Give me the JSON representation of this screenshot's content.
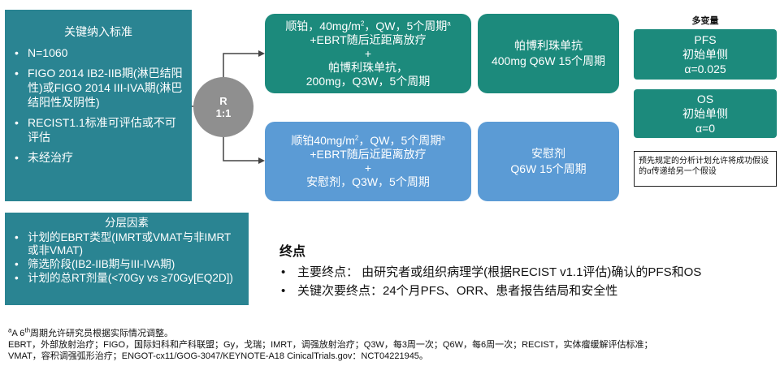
{
  "criteria": {
    "title": "关键纳入标准",
    "items": [
      "N=1060",
      "FIGO 2014 IB2-IIB期(淋巴结阳性)或FIGO 2014 III-IVA期(淋巴结阳性及阴性)",
      "RECIST1.1标准可评估或不可评估",
      "未经治疗"
    ]
  },
  "stratification": {
    "title": "分层因素",
    "items": [
      "计划的EBRT类型(IMRT或VMAT与非IMRT或非VMAT)",
      "筛选阶段(IB2-IIB期与III-IVA期)",
      "计划的总RT剂量(<70Gy vs ≥70Gy[EQ2D])"
    ]
  },
  "randomization": {
    "line1": "R",
    "line2": "1:1"
  },
  "arm1": {
    "line1": "顺铂，40mg/m",
    "line1_sup": "2",
    "line1_tail": "，QW，5个周期",
    "line1_mark": "a",
    "line2": "+EBRT随后近距离放疗",
    "plus": "+",
    "line3": "帕博利珠单抗，",
    "line4": "200mg，Q3W，5个周期"
  },
  "arm1_maintenance": {
    "line1": "帕博利珠单抗",
    "line2": "400mg Q6W 15个周期"
  },
  "arm2": {
    "line1": "顺铂40mg/m",
    "line1_sup": "2",
    "line1_tail": "，QW，5个周期",
    "line1_mark": "a",
    "line2": "+EBRT随后近距离放疗",
    "plus": "+",
    "line3": "安慰剂，Q3W，5个周期"
  },
  "arm2_maintenance": {
    "line1": "安慰剂",
    "line2": "Q6W 15个周期"
  },
  "multivariable": {
    "title": "多变量",
    "pfs": {
      "line1": "PFS",
      "line2": "初始单侧",
      "line3": "α=0.025"
    },
    "os": {
      "line1": "OS",
      "line2": "初始单侧",
      "line3": "α=0"
    },
    "note": "预先规定的分析计划允许将成功假设的α传递给另一个假设"
  },
  "endpoints": {
    "title": "终点",
    "items": [
      "主要终点： 由研究者或组织病理学(根据RECIST v1.1评估)确认的PFS和OS",
      "关键次要终点：24个月PFS、ORR、患者报告结局和安全性"
    ]
  },
  "footnotes": {
    "mark": "a",
    "line1_pre": "A 6",
    "line1_sup": "th",
    "line1_post": "周期允许研究员根据实际情况调整。",
    "line2": "EBRT，外部放射治疗；FIGO，国际妇科和产科联盟；Gy，戈瑞；IMRT，调强放射治疗；Q3W，每3周一次；Q6W，每6周一次；RECIST，实体瘤缓解评估标准；",
    "line3": "VMAT，容积调强弧形治疗；ENGOT-cx11/GOG-3047/KEYNOTE-A18 CinicalTrials.gov：NCT04221945。"
  },
  "colors": {
    "teal": "#2a8492",
    "green": "#1c8a7c",
    "blue": "#5b9bd5",
    "grey": "#8f8f8f"
  }
}
